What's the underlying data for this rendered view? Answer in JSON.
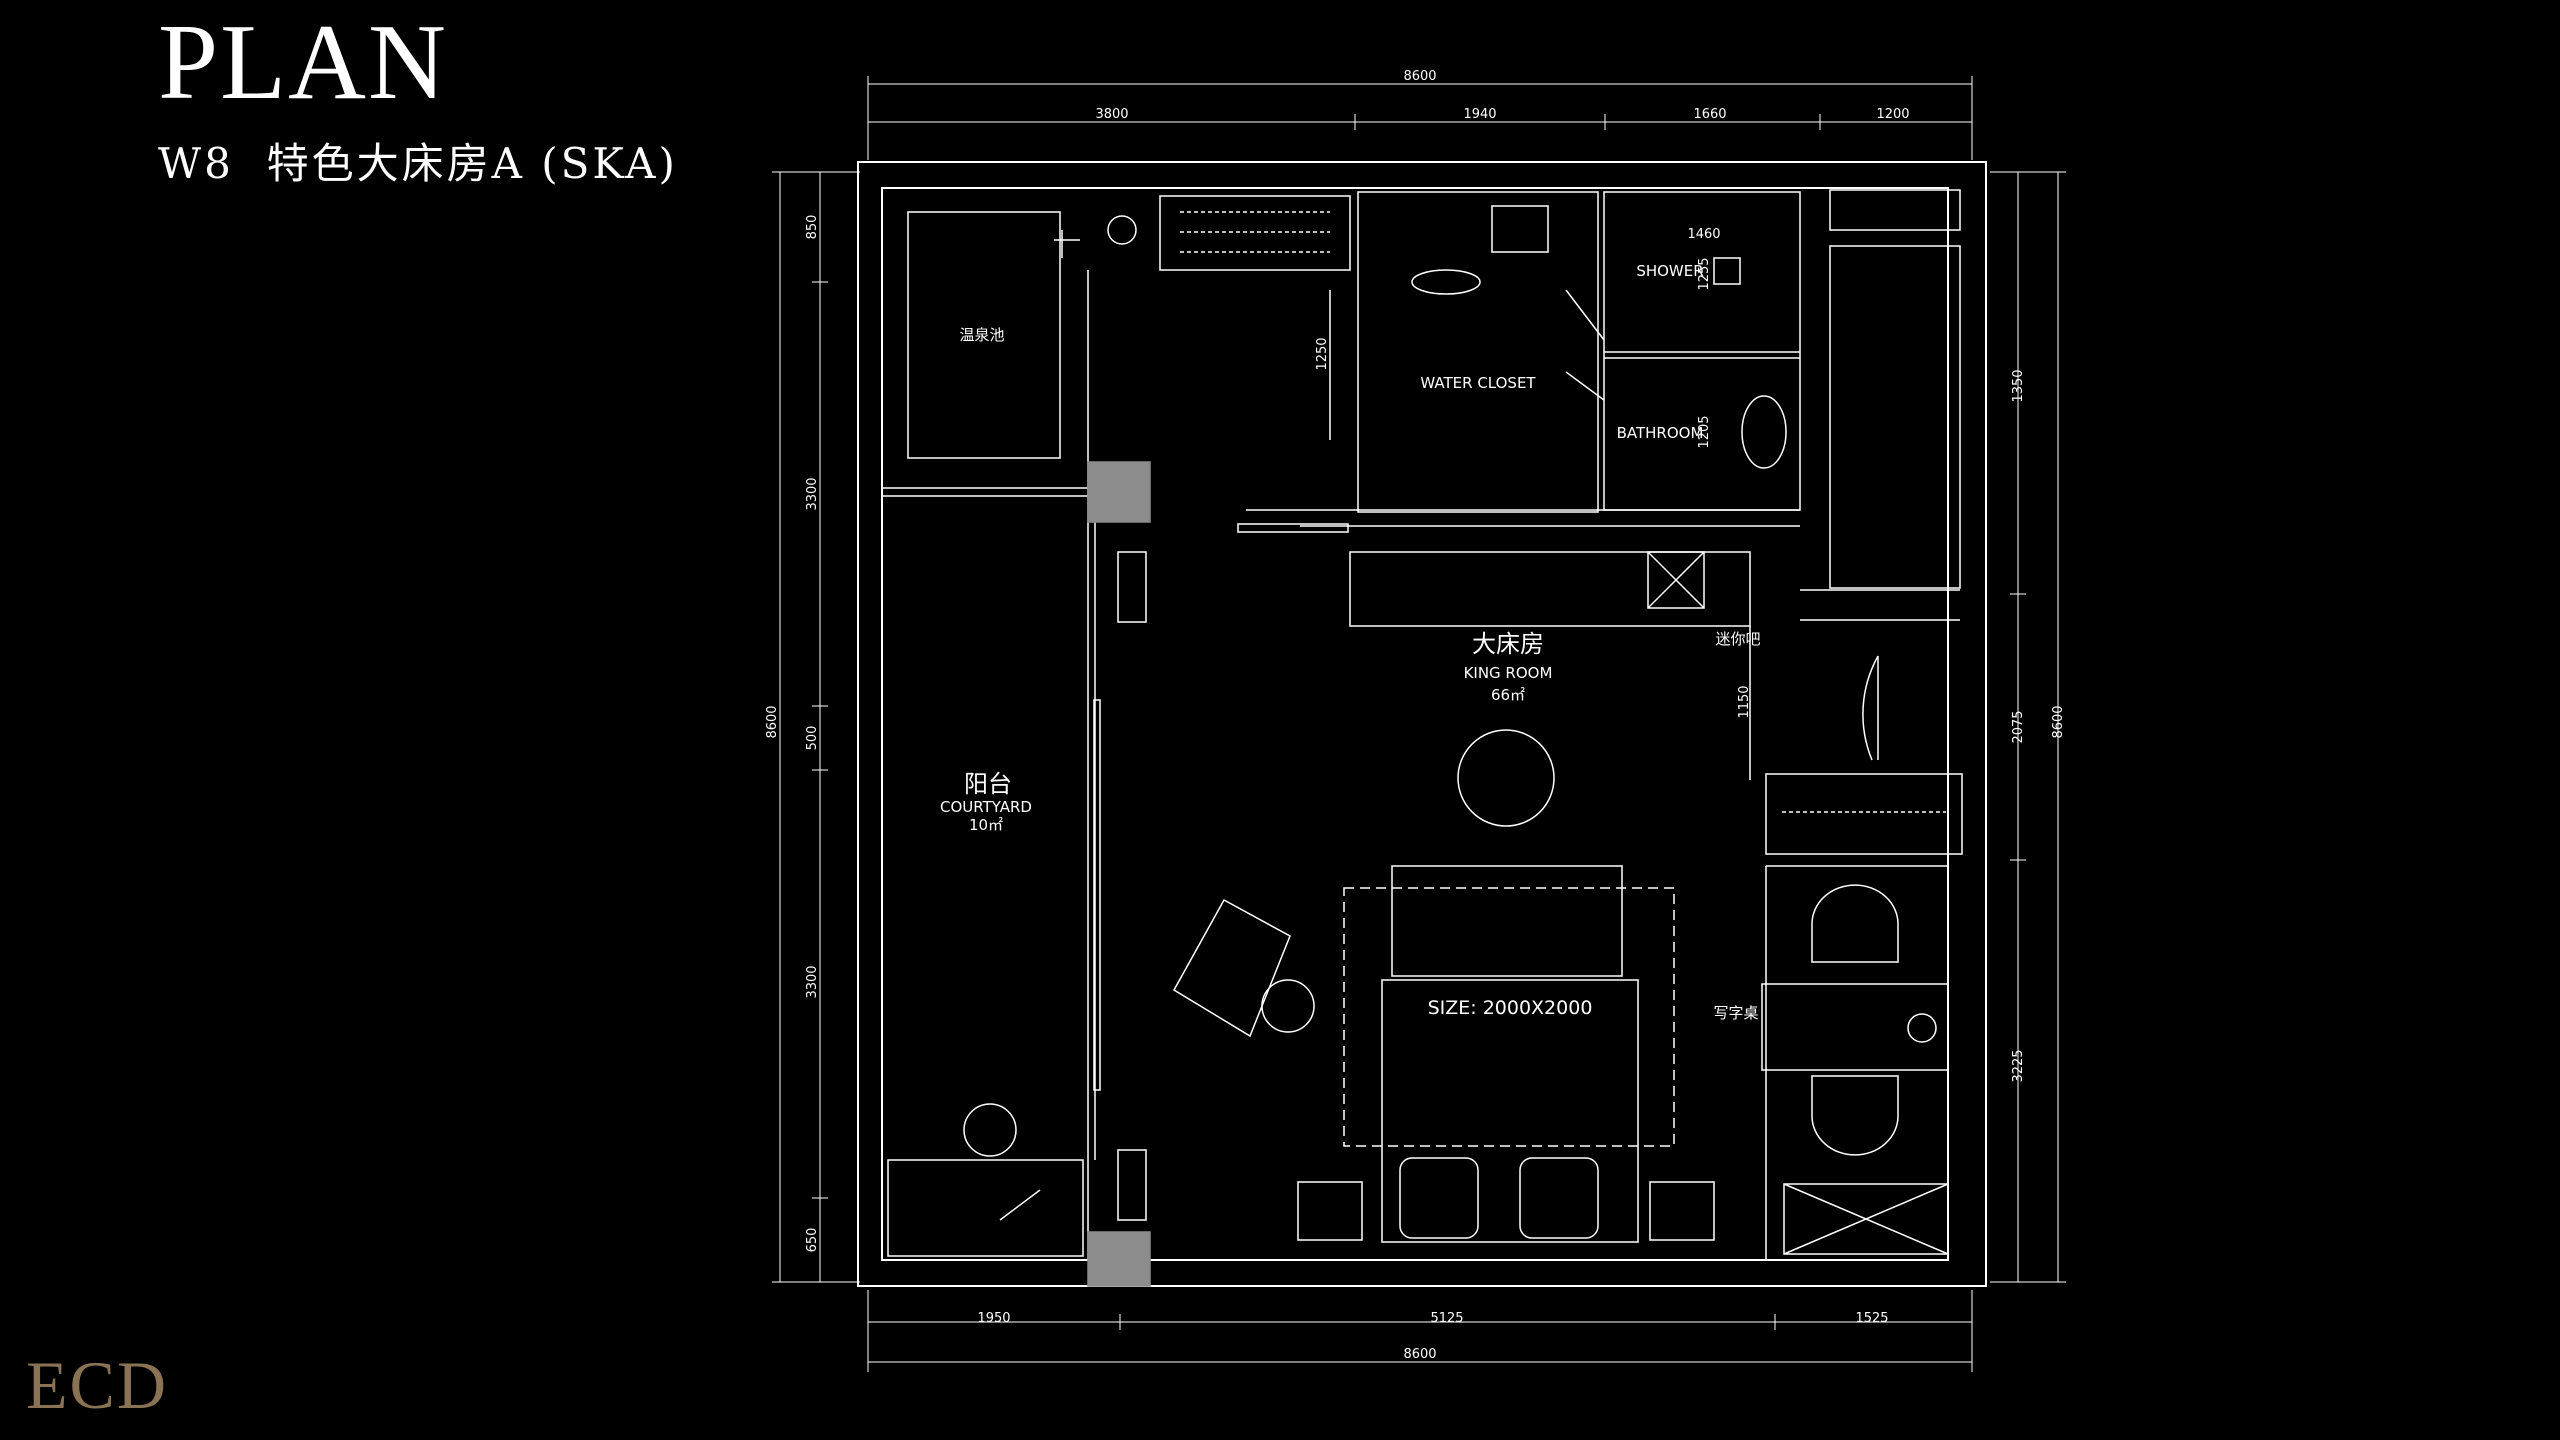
{
  "header": {
    "title": "PLAN",
    "subtitle": "W8  特色大床房A (SKA)"
  },
  "brand": {
    "logo": "ECD",
    "color": "#8a7355"
  },
  "dimensions": {
    "top_overall": "8600",
    "top_segments": [
      "3800",
      "1940",
      "1660",
      "1200"
    ],
    "bottom_segments": [
      "1950",
      "5125",
      "1525"
    ],
    "bottom_overall": "8600",
    "left_overall": "8600",
    "left_segments": [
      "850",
      "3300",
      "500",
      "3300",
      "650"
    ],
    "right_overall": "8600",
    "right_segments": [
      "1350",
      "2075",
      "3225"
    ]
  },
  "rooms": {
    "spa_pool": "温泉池",
    "water_closet": "WATER CLOSET",
    "water_closet_dim": "1250",
    "shower": "SHOWER",
    "shower_dim_w": "1460",
    "shower_dim_h": "1255",
    "bathroom": "BATHROOM",
    "bathroom_dim": "1205",
    "minibar": "迷你吧",
    "entry_dim": "1150",
    "king_room_cn": "大床房",
    "king_room_en": "KING ROOM",
    "king_room_area": "66㎡",
    "courtyard_cn": "阳台",
    "courtyard_en": "COURTYARD",
    "courtyard_area": "10㎡",
    "bed_size": "SIZE: 2000X2000",
    "desk": "写字桌"
  },
  "colors": {
    "line": "#ffffff",
    "column": "#8c8c8c",
    "background": "#000000",
    "brand": "#8a7355"
  }
}
